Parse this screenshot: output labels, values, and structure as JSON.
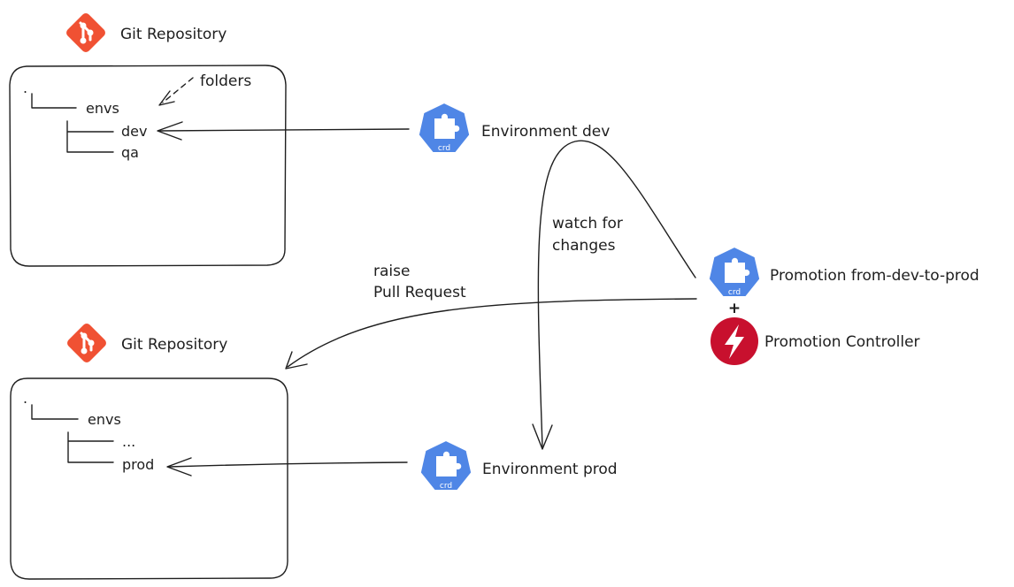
{
  "repo_top": {
    "title": "Git Repository",
    "tree": {
      "root": ".",
      "envs": "envs",
      "dev": "dev",
      "qa": "qa"
    },
    "annotation": "folders"
  },
  "repo_bottom": {
    "title": "Git Repository",
    "tree": {
      "root": ".",
      "envs": "envs",
      "other": "...",
      "prod": "prod"
    }
  },
  "env_dev": {
    "label": "Environment dev",
    "badge": "crd"
  },
  "env_prod": {
    "label": "Environment prod",
    "badge": "crd"
  },
  "promotion": {
    "label": "Promotion from-dev-to-prod",
    "badge": "crd",
    "plus": "+"
  },
  "controller": {
    "label": "Promotion Controller"
  },
  "edges": {
    "watch_line1": "watch for",
    "watch_line2": "changes",
    "raise_line1": "raise",
    "raise_line2": "Pull Request"
  },
  "colors": {
    "git": "#f05133",
    "kubernetes": "#4f86e6",
    "controller": "#c8102e",
    "stroke": "#1e1e1e"
  },
  "icons": {
    "git": "git-logo-icon",
    "crd": "kubernetes-crd-icon",
    "controller": "lightning-bolt-icon"
  }
}
